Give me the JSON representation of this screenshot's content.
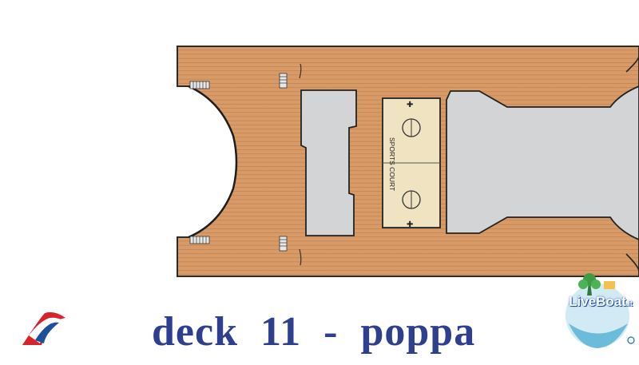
{
  "caption": {
    "deck": "deck",
    "number": "11",
    "dash": "-",
    "area": "poppa"
  },
  "areas": {
    "sports_court_label": "SPORTS COURT"
  },
  "watermark": {
    "name": "LiveBoat",
    "suffix": ".it"
  },
  "logo": {
    "name": "Carnival funnel logo"
  },
  "colors": {
    "deck_wood": "#d79a66",
    "plank_line": "#b77a4a",
    "structure_gray": "#d3d4d6",
    "court_fill": "#efe3c2",
    "title_blue": "#2e3f8f",
    "logo_red": "#d6232c",
    "logo_blue": "#1b4f9c"
  }
}
